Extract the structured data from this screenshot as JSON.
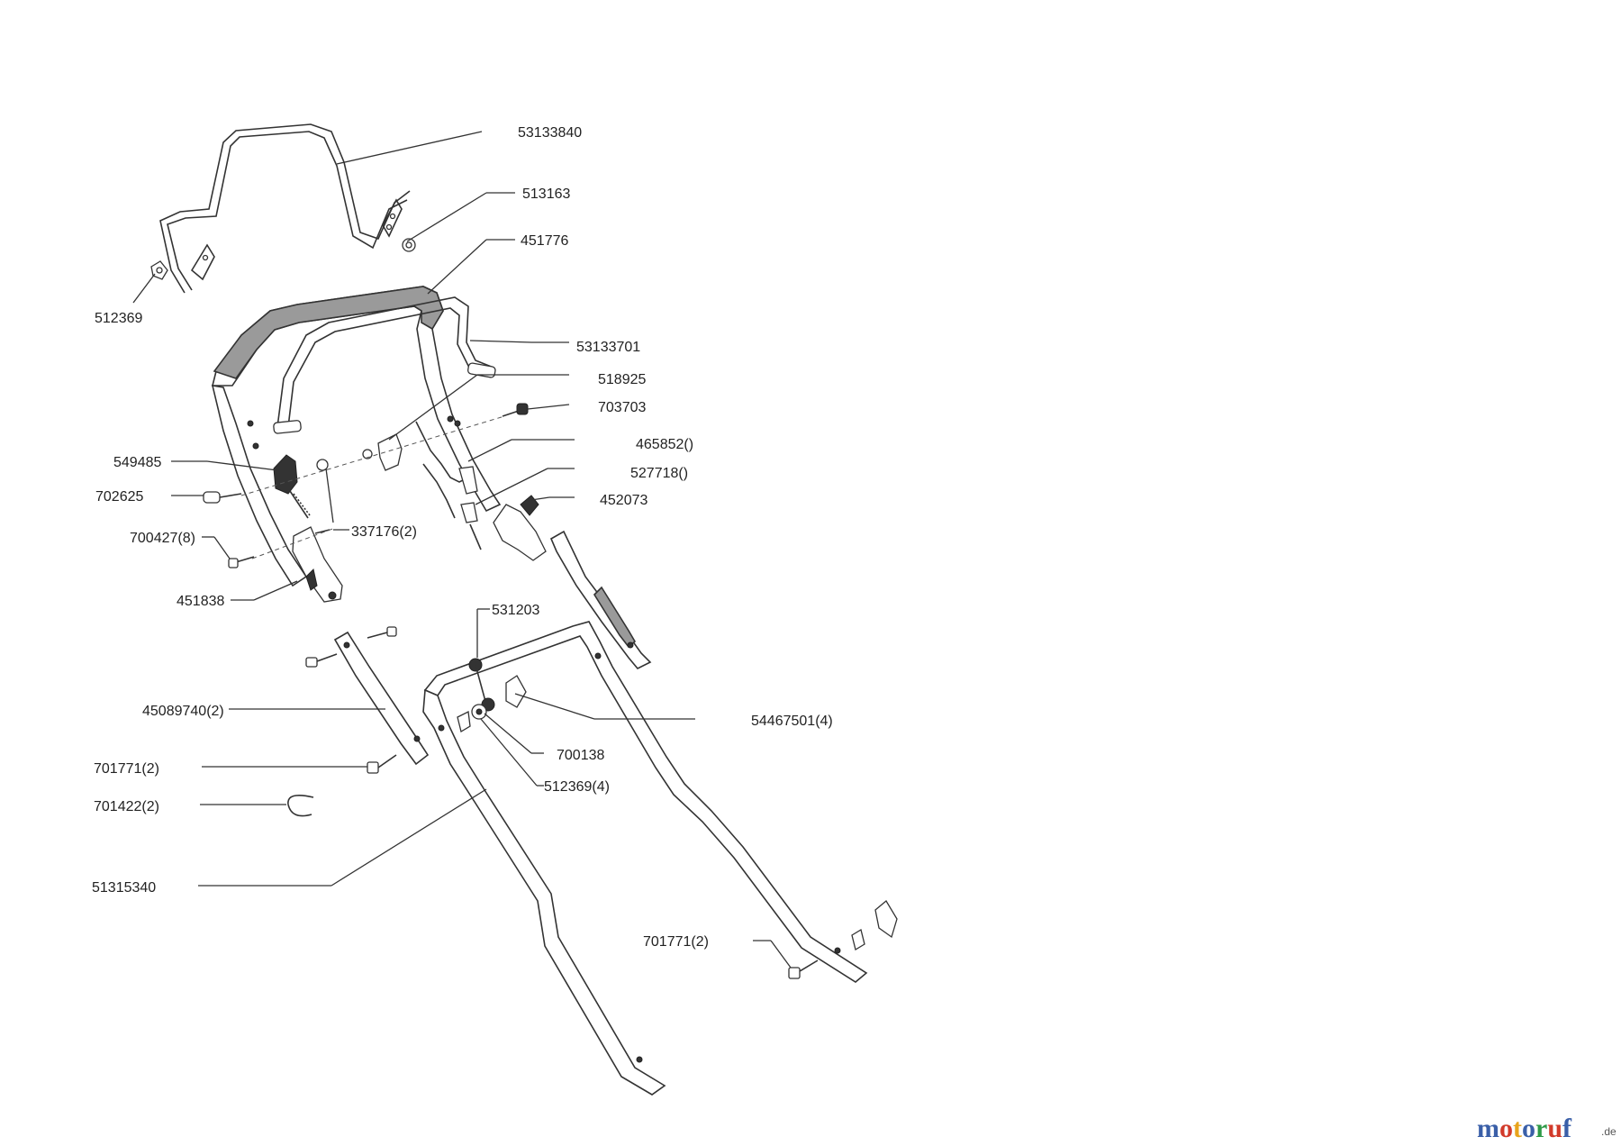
{
  "parts": {
    "p53133840": "53133840",
    "p513163": "513163",
    "p451776": "451776",
    "p512369": "512369",
    "p53133701": "53133701",
    "p518925": "518925",
    "p703703": "703703",
    "p465852": "465852()",
    "p527718": "527718()",
    "p549485": "549485",
    "p452073": "452073",
    "p702625": "702625",
    "p337176": "337176(2)",
    "p700427": "700427(8)",
    "p451838": "451838",
    "p531203": "531203",
    "p45089740": "45089740(2)",
    "p54467501": "54467501(4)",
    "p700138": "700138",
    "p701771a": "701771(2)",
    "p512369x4": "512369(4)",
    "p701422": "701422(2)",
    "p51315340": "51315340",
    "p701771b": "701771(2)"
  },
  "watermark": {
    "letters": [
      "m",
      "o",
      "t",
      "o",
      "r",
      "u",
      "f"
    ],
    "colors": [
      "#3a5fa8",
      "#d23a2a",
      "#e8a41c",
      "#3a5fa8",
      "#2e9a47",
      "#d23a2a",
      "#3a5fa8"
    ],
    "suffix": ".de"
  }
}
